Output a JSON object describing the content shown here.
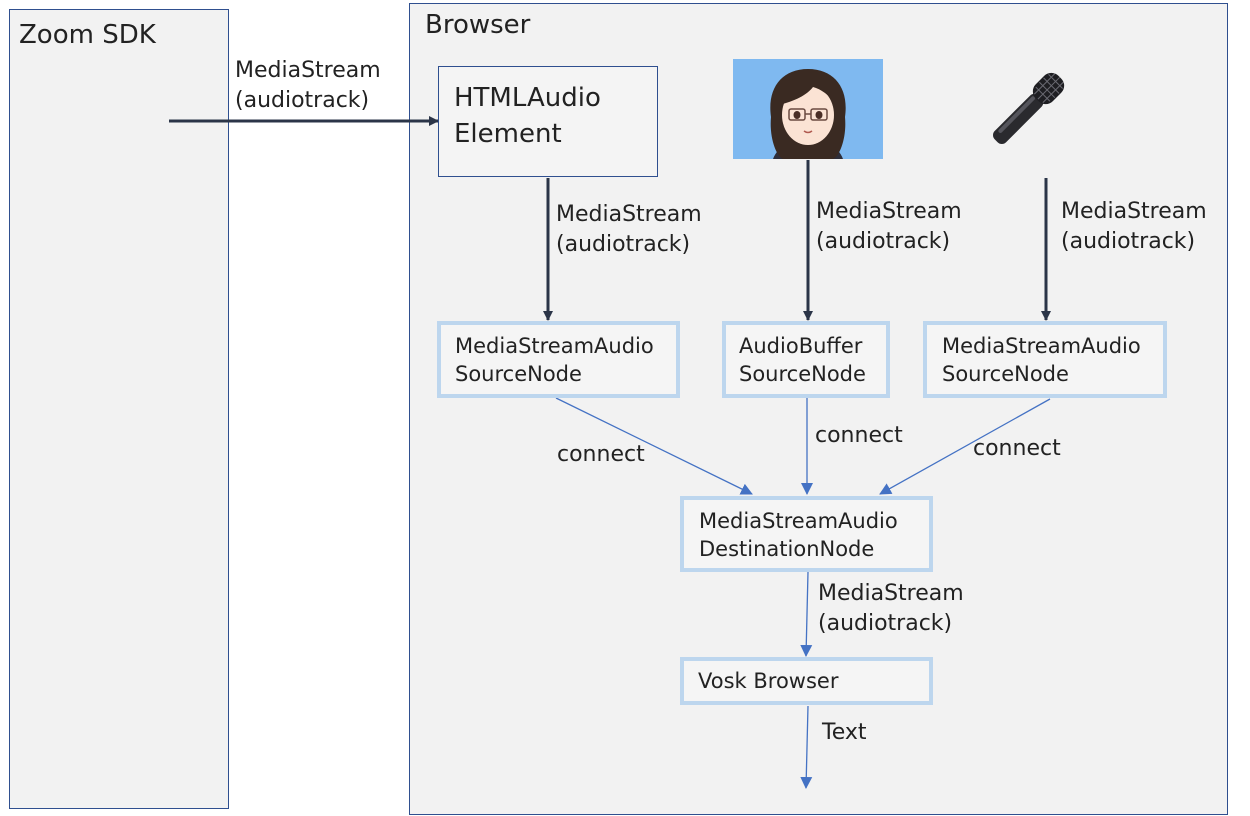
{
  "zoom": {
    "title": "Zoom SDK"
  },
  "browser": {
    "title": "Browser"
  },
  "nodes": {
    "html_audio": {
      "line1": "HTMLAudio",
      "line2": "Element"
    },
    "src1": {
      "line1": "MediaStreamAudio",
      "line2": "SourceNode"
    },
    "buffer": {
      "line1": "AudioBuffer",
      "line2": "SourceNode"
    },
    "src2": {
      "line1": "MediaStreamAudio",
      "line2": "SourceNode"
    },
    "dest": {
      "line1": "MediaStreamAudio",
      "line2": "DestinationNode"
    },
    "vosk": {
      "line1": "Vosk Browser"
    }
  },
  "labels": {
    "zoom_stream": {
      "line1": "MediaStream",
      "line2": "(audiotrack)"
    },
    "html_stream": {
      "line1": "MediaStream",
      "line2": "(audiotrack)"
    },
    "avatar_stream": {
      "line1": "MediaStream",
      "line2": "(audiotrack)"
    },
    "mic_stream": {
      "line1": "MediaStream",
      "line2": "(audiotrack)"
    },
    "connect_left": "connect",
    "connect_mid": "connect",
    "connect_right": "connect",
    "dest_stream": {
      "line1": "MediaStream",
      "line2": "(audiotrack)"
    },
    "text_out": "Text"
  },
  "icons": {
    "avatar": "avatar-icon",
    "microphone": "microphone-icon"
  },
  "colors": {
    "thick_arrow": "#2b3548",
    "thin_arrow": "#4472c4",
    "node_border": "#bdd6ee",
    "region_border": "#2f4f8f",
    "avatar_bg": "#7fb9f0"
  }
}
